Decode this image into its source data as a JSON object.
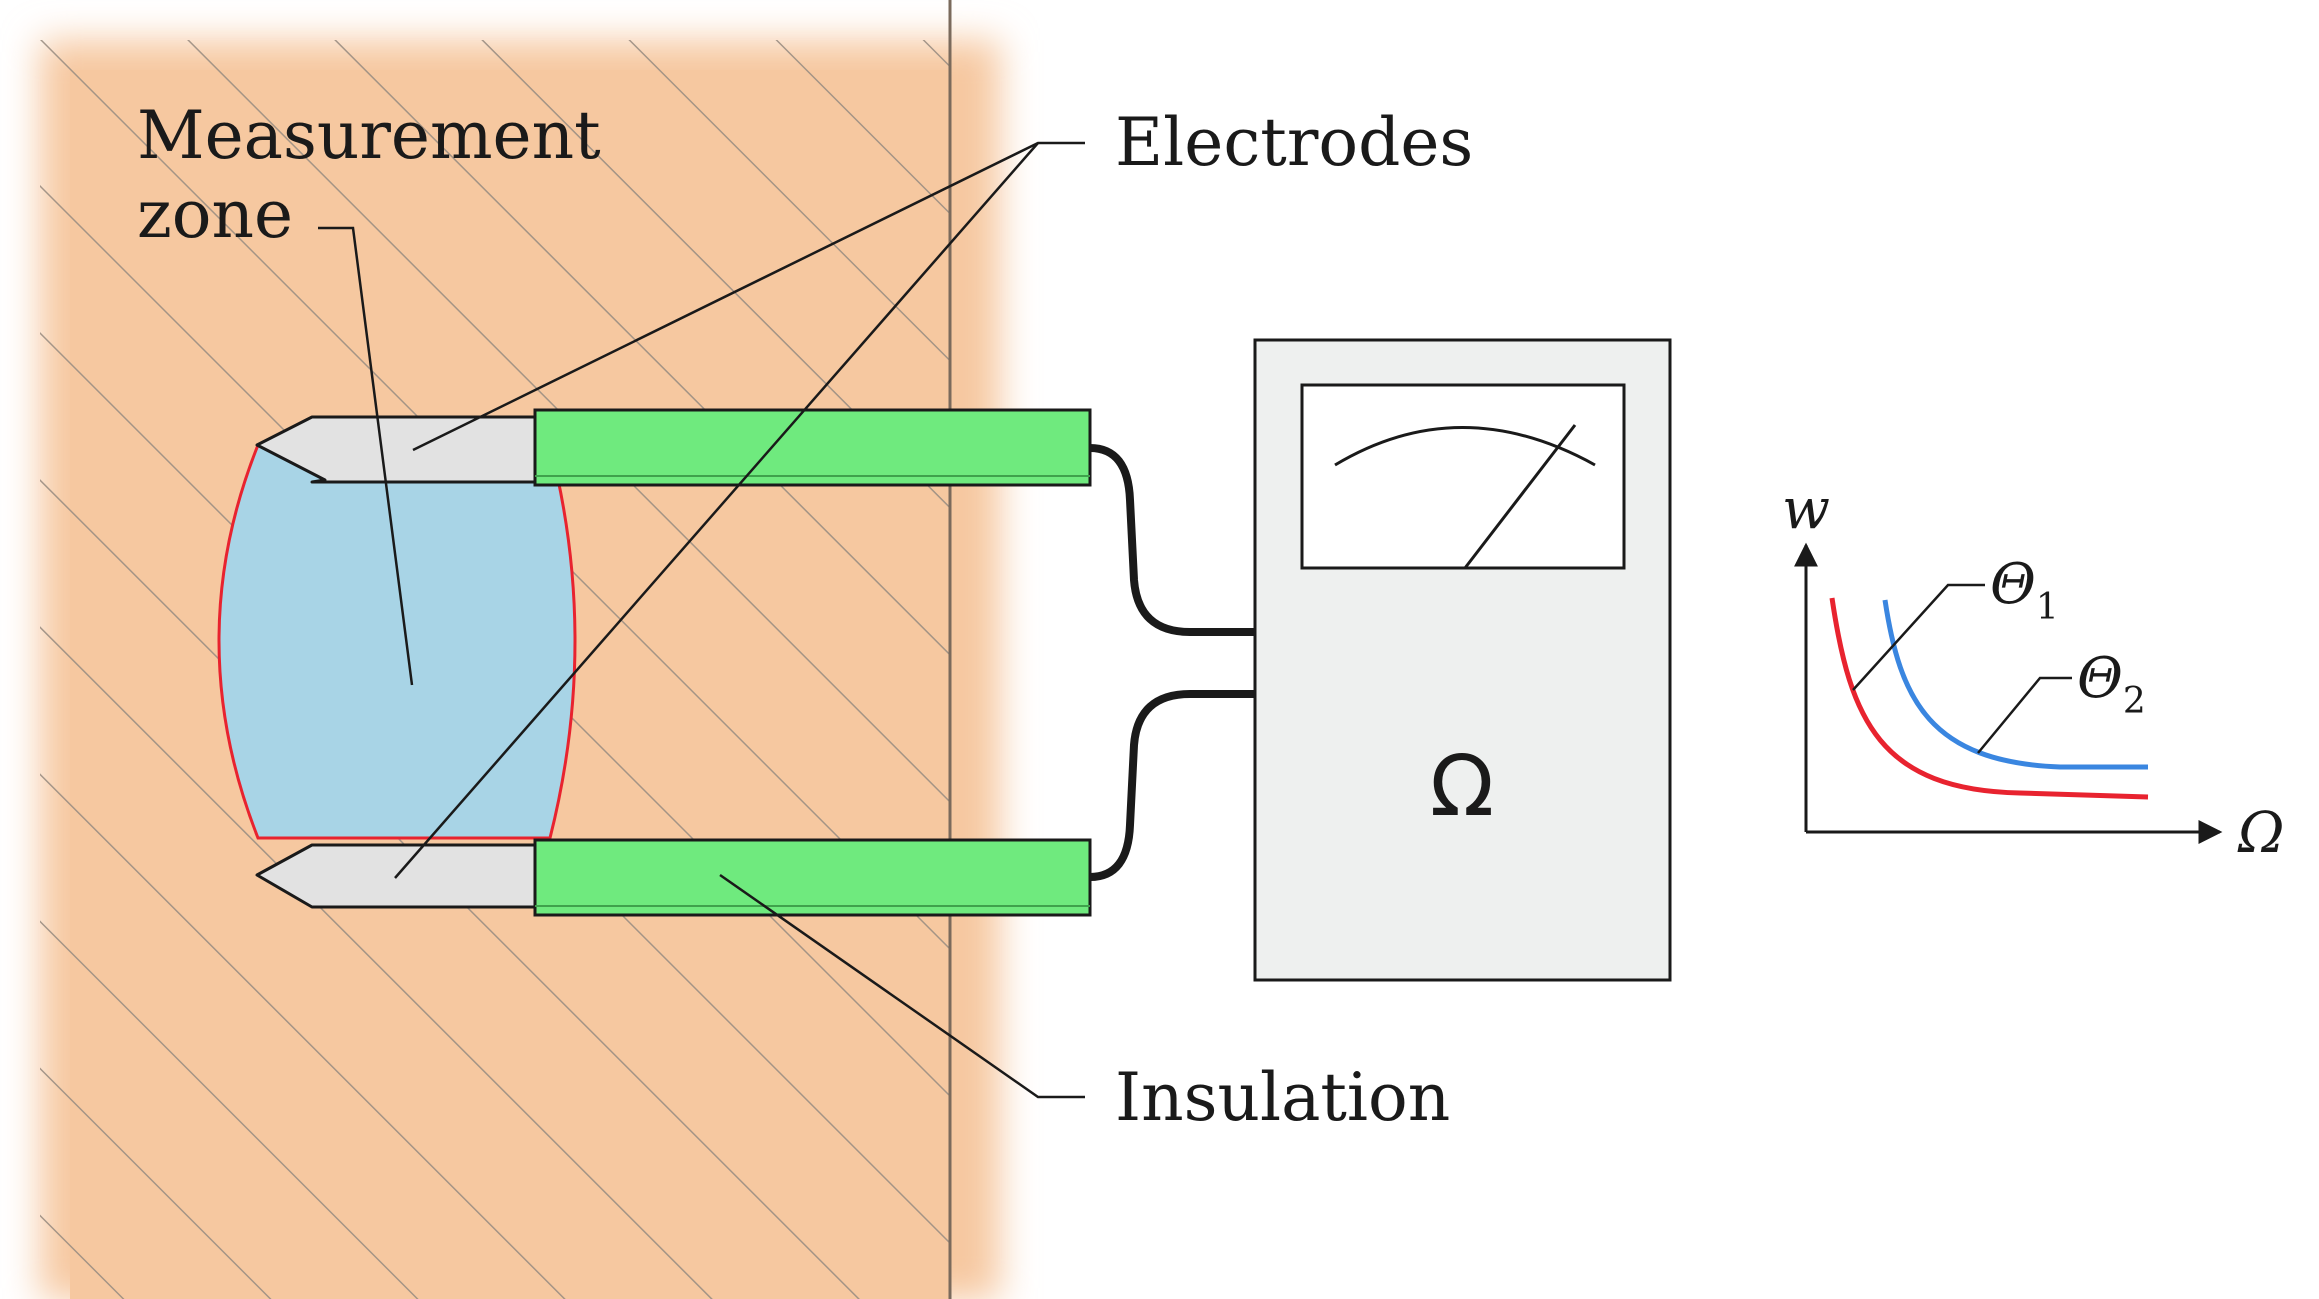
{
  "labels": {
    "measurement_zone_line1": "Measurement",
    "measurement_zone_line2": "zone",
    "electrodes": "Electrodes",
    "insulation": "Insulation",
    "meter_symbol": "Ω"
  },
  "inset_graph": {
    "y_axis_label": "w",
    "x_axis_label": "Ω",
    "curves": [
      {
        "symbol": "Θ",
        "subscript": "1",
        "color": "#e8232f"
      },
      {
        "symbol": "Θ",
        "subscript": "2",
        "color": "#3a86e0"
      }
    ]
  },
  "colors": {
    "material": "#f6c8a0",
    "measurement_zone_fill": "#a8d4e6",
    "measurement_zone_edge": "#e8232f",
    "electrode": "#e2e2e2",
    "insulation": "#6fea7e",
    "meter_body": "#eef0ef"
  }
}
